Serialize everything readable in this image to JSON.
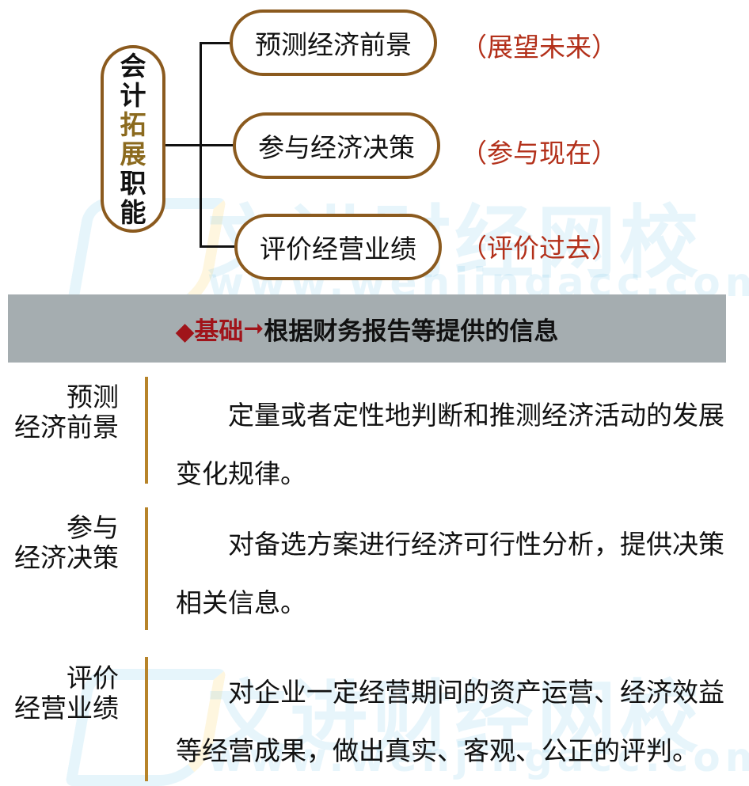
{
  "root": {
    "chars": [
      "会",
      "计",
      "拓",
      "展",
      "职",
      "能"
    ]
  },
  "functions": [
    {
      "label": "预测经济前景",
      "note": "（展望未来）"
    },
    {
      "label": "参与经济决策",
      "note": "（参与现在）"
    },
    {
      "label": "评价经营业绩",
      "note": "（评价过去）"
    }
  ],
  "band": {
    "marker": "◆基础",
    "arrow": "➞",
    "text": "根据财务报告等提供的信息"
  },
  "definitions": [
    {
      "term_line1": "预测",
      "term_line2": "经济前景",
      "desc": "定量或者定性地判断和推测经济活动的发展变化规律。"
    },
    {
      "term_line1": "参与",
      "term_line2": "经济决策",
      "desc": "对备选方案进行经济可行性分析，提供决策相关信息。"
    },
    {
      "term_line1": "评价",
      "term_line2": "经营业绩",
      "desc": "对企业一定经营期间的资产运营、经济效益等经营成果，做出真实、客观、公正的评判。"
    }
  ],
  "watermark": {
    "cn": "文进财经网校",
    "en": "www.wenjingacc.com"
  },
  "colors": {
    "pill_border": "#8b5a1e",
    "note_red": "#b3301a",
    "band_bg": "#a5adb0",
    "band_red": "#a0141a",
    "divider": "#b7842a"
  }
}
